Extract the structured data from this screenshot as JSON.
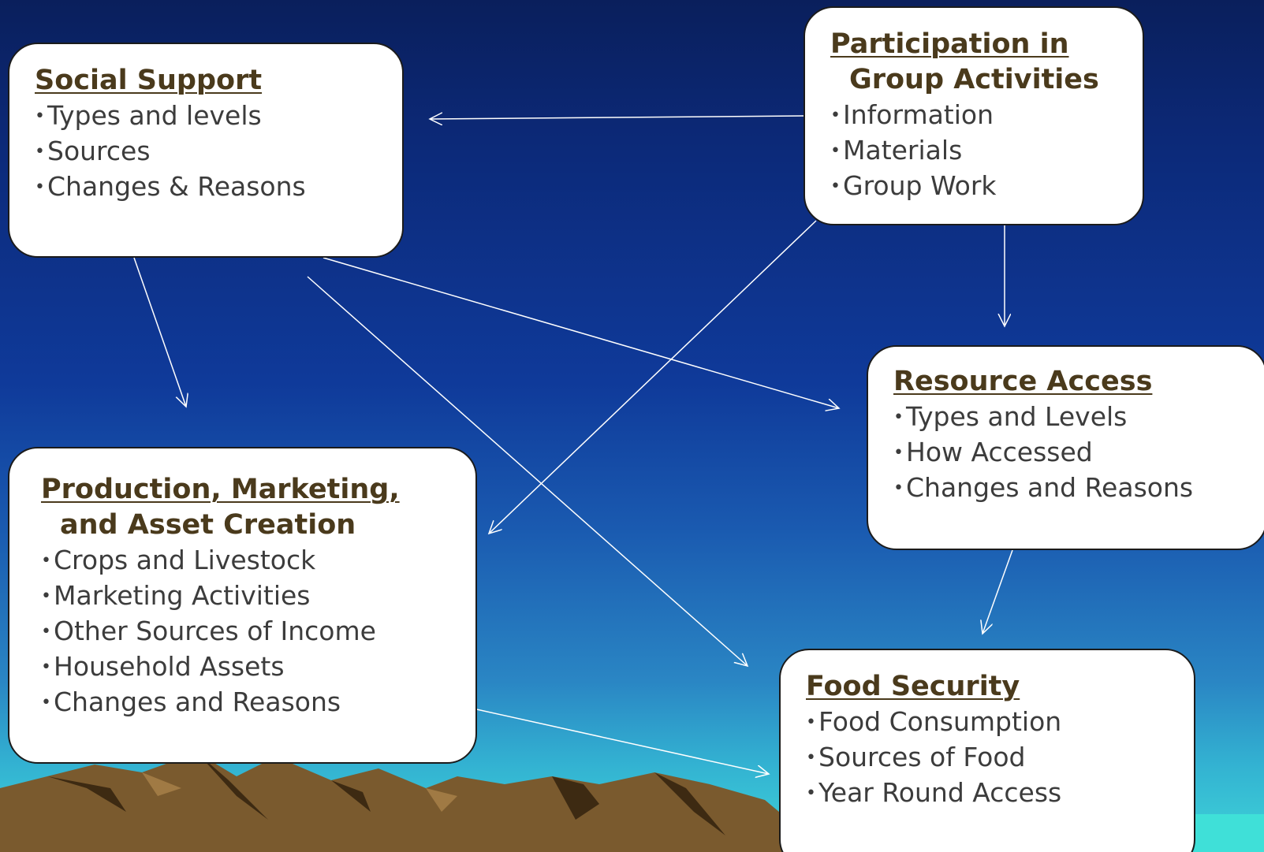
{
  "boxes": {
    "social_support": {
      "title": "Social Support",
      "items": [
        "Types and levels",
        "Sources",
        "Changes & Reasons"
      ]
    },
    "participation": {
      "title_line1": "Participation in",
      "title_line2": "Group Activities",
      "items": [
        "Information",
        "Materials",
        "Group Work"
      ]
    },
    "resource_access": {
      "title": "Resource Access",
      "items": [
        "Types and Levels",
        "How Accessed",
        "Changes and Reasons"
      ]
    },
    "production": {
      "title_line1": "Production, Marketing,",
      "title_line2": "and Asset Creation",
      "items": [
        "Crops and Livestock",
        "Marketing Activities",
        "Other Sources of Income",
        "Household Assets",
        "Changes and Reasons"
      ]
    },
    "food_security": {
      "title": "Food Security",
      "items": [
        "Food Consumption",
        "Sources of Food",
        "Year Round Access"
      ]
    }
  },
  "colors": {
    "background_top": "#0a1f5c",
    "background_bottom": "#3fd4d8",
    "box_fill": "#ffffff",
    "heading_text": "#4a3a1c",
    "body_text": "#3c3c3c",
    "arrow": "#ffffff",
    "mountain": "#7a5a2e"
  }
}
